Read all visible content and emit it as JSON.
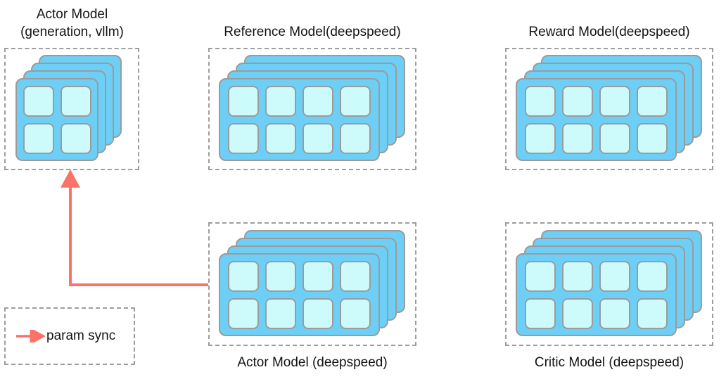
{
  "diagram": {
    "title_line_color": "#131313",
    "card_color": "#6dcff6",
    "cell_color": "#cdfbfb",
    "card_border_color": "#9b9b9b",
    "dashed_border_color": "#9d9d9d",
    "arrow_color": "#fa7268"
  },
  "groups": [
    {
      "id": "actor-vllm",
      "title": "Actor Model\n(generation, vllm)",
      "title_position": "above",
      "stack_layers": 4,
      "grid": "2x2",
      "cells": 4
    },
    {
      "id": "reference-model",
      "title": "Reference Model(deepspeed)",
      "title_position": "above",
      "stack_layers": 4,
      "grid": "4x2",
      "cells": 8
    },
    {
      "id": "reward-model",
      "title": "Reward Model(deepspeed)",
      "title_position": "above",
      "stack_layers": 4,
      "grid": "4x2",
      "cells": 8
    },
    {
      "id": "actor-deepspeed",
      "title": "Actor Model (deepspeed)",
      "title_position": "below",
      "stack_layers": 4,
      "grid": "4x2",
      "cells": 8
    },
    {
      "id": "critic-model",
      "title": "Critic Model (deepspeed)",
      "title_position": "below",
      "stack_layers": 4,
      "grid": "4x2",
      "cells": 8
    }
  ],
  "connector": {
    "id": "param-sync-arrow",
    "from": "actor-deepspeed",
    "to": "actor-vllm",
    "color": "#fa7268"
  },
  "legend": {
    "label": "param sync",
    "arrow_color": "#fa7268"
  }
}
